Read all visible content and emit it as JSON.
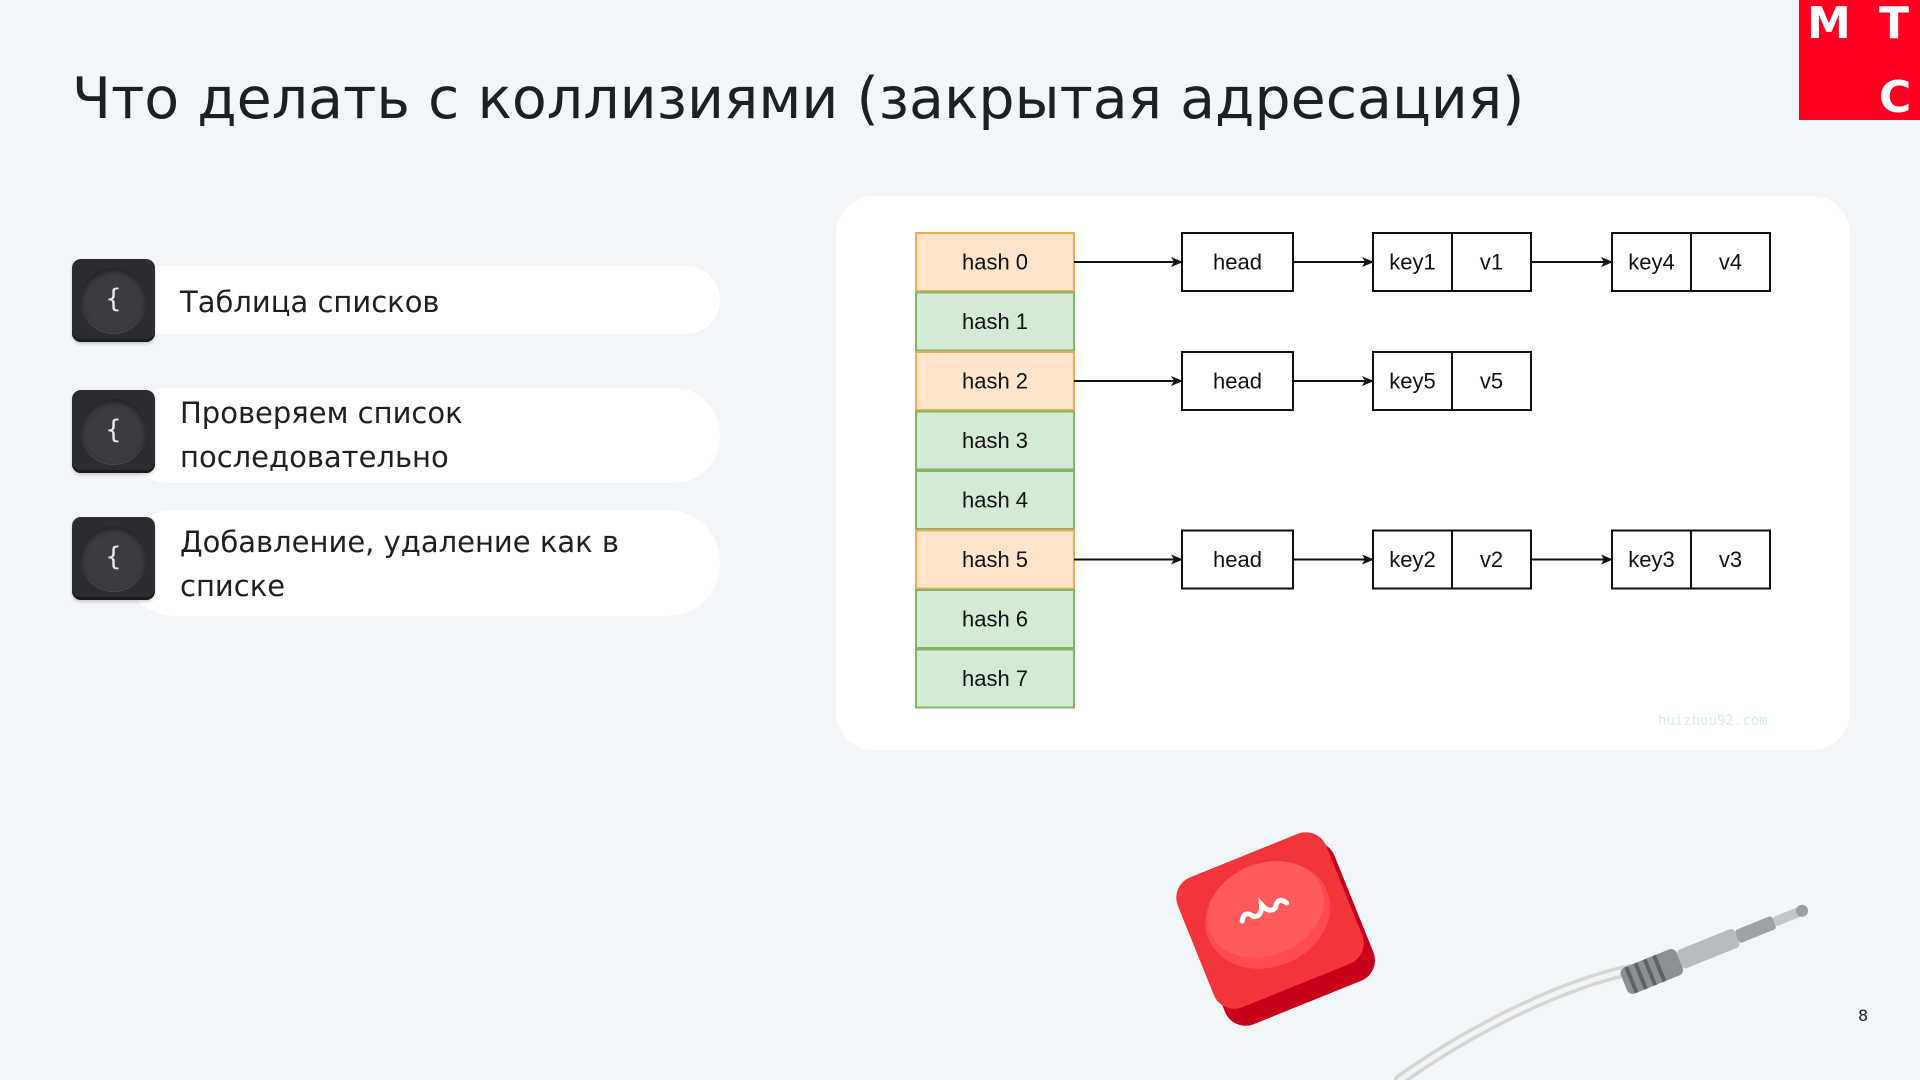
{
  "logo": {
    "letters": [
      "М",
      "Т",
      "С"
    ]
  },
  "title": "Что делать с коллизиями (закрытая адресация)",
  "bullets": [
    {
      "text": "Таблица списков",
      "icon": "curly-brace-key-icon"
    },
    {
      "text": "Проверяем список последовательно",
      "icon": "curly-brace-key-icon"
    },
    {
      "text": "Добавление, удаление как в списке",
      "icon": "curly-brace-key-icon"
    }
  ],
  "diagram": {
    "buckets": [
      {
        "label": "hash 0",
        "occupied": true
      },
      {
        "label": "hash 1",
        "occupied": false
      },
      {
        "label": "hash 2",
        "occupied": true
      },
      {
        "label": "hash 3",
        "occupied": false
      },
      {
        "label": "hash 4",
        "occupied": false
      },
      {
        "label": "hash 5",
        "occupied": true
      },
      {
        "label": "hash 6",
        "occupied": false
      },
      {
        "label": "hash 7",
        "occupied": false
      }
    ],
    "chains": [
      {
        "bucket": 0,
        "head": "head",
        "nodes": [
          {
            "key": "key1",
            "value": "v1"
          },
          {
            "key": "key4",
            "value": "v4"
          }
        ]
      },
      {
        "bucket": 2,
        "head": "head",
        "nodes": [
          {
            "key": "key5",
            "value": "v5"
          }
        ]
      },
      {
        "bucket": 5,
        "head": "head",
        "nodes": [
          {
            "key": "key2",
            "value": "v2"
          },
          {
            "key": "key3",
            "value": "v3"
          }
        ]
      }
    ],
    "watermark": "huizhou92.com",
    "colors": {
      "occupied_fill": "#fde4cb",
      "occupied_stroke": "#e8b050",
      "empty_fill": "#d4ead4",
      "empty_stroke": "#82b466"
    }
  },
  "page_number": "8",
  "colors": {
    "brand": "#ff0023",
    "background": "#f3f6f9"
  }
}
